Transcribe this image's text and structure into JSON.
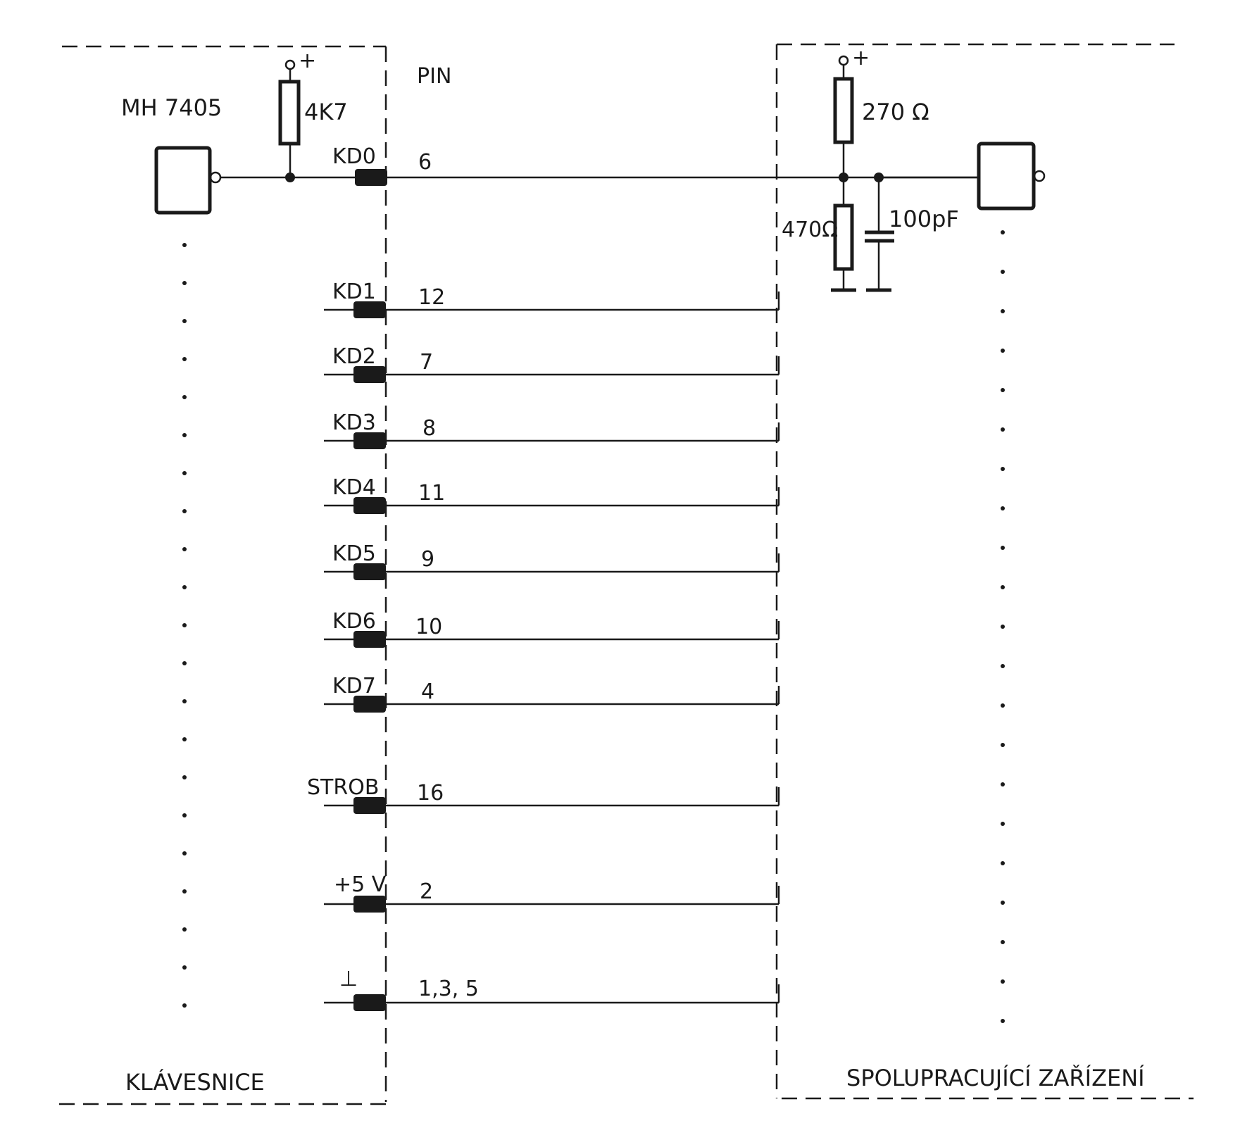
{
  "left_block": {
    "title": "KLÁVESNICE",
    "gate_label": "MH 7405",
    "resistor_label": "4K7",
    "supply_symbol": "+"
  },
  "connector": {
    "header": "PIN",
    "signals": [
      {
        "name": "KD0",
        "pin": "6"
      },
      {
        "name": "KD1",
        "pin": "12"
      },
      {
        "name": "KD2",
        "pin": "7"
      },
      {
        "name": "KD3",
        "pin": "8"
      },
      {
        "name": "KD4",
        "pin": "11"
      },
      {
        "name": "KD5",
        "pin": "9"
      },
      {
        "name": "KD6",
        "pin": "10"
      },
      {
        "name": "KD7",
        "pin": "4"
      },
      {
        "name": "STROB",
        "pin": "16"
      },
      {
        "name": "+5 V",
        "pin": "2"
      },
      {
        "name": "⊥",
        "pin": "1,3, 5"
      }
    ]
  },
  "right_block": {
    "title": "SPOLUPRACUJÍCÍ ZAŘÍZENÍ",
    "pullup_label": "270 Ω",
    "pulldown_label": "470Ω",
    "capacitor_label": "100pF",
    "supply_symbol": "+"
  }
}
